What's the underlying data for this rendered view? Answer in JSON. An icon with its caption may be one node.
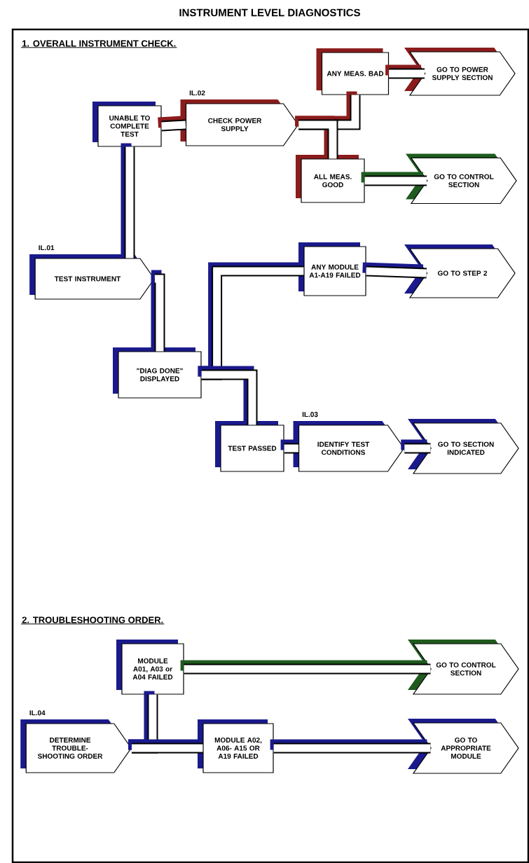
{
  "diagram": {
    "title": "INSTRUMENT LEVEL DIAGNOSTICS",
    "nodes": [
      {
        "text": [
          "TEST INSTRUMENT"
        ],
        "beside": [
          "IL.01"
        ]
      },
      {
        "text": [
          "UNABLE TO COMPLETE TEST"
        ]
      },
      {
        "text": [
          "CHECK POWER SUPPLY"
        ],
        "beside": [
          "IL.02"
        ]
      },
      {
        "text": [
          "ANY MEAS. BAD"
        ]
      },
      {
        "text": [
          "GO TO POWER SUPPLY SECTION"
        ]
      },
      {
        "text": [
          "ALL MEAS. GOOD"
        ]
      },
      {
        "text": [
          "GO TO CONTROL SECTION"
        ]
      },
      {
        "text": [
          "\"DIAG DONE\" DISPLAYED"
        ]
      },
      {
        "text": [
          "ANY MODULE A1-A19 FAILED"
        ]
      },
      {
        "text": [
          "GO TO STEP 2"
        ]
      },
      {
        "text": [
          "TEST PASSED"
        ]
      },
      {
        "text": [
          "IDENTIFY TEST CONDITIONS"
        ],
        "beside": [
          "IL.03"
        ]
      },
      {
        "text": [
          "GO TO SECTION INDICATED"
        ]
      },
      {
        "text": [
          "DETERMINE TROUBLE- SHOOTING ORDER"
        ],
        "beside": [
          "IL.04"
        ]
      },
      {
        "text": [
          "MODULE A01, A03 or A04 FAILED"
        ]
      },
      {
        "text": [
          "GO TO CONTROL SECTION"
        ]
      },
      {
        "text": [
          "MODULE A02, A06- A15 OR A19 FAILED"
        ]
      },
      {
        "text": [
          "GO TO APPROPRIATE MODULE"
        ]
      }
    ],
    "edges": [
      {
        "from": 0,
        "to": 1,
        "arrow": "none"
      },
      {
        "from": 1,
        "to": 2,
        "arrow": "none",
        "color": "#8b1c1c"
      },
      {
        "from": 2,
        "to": 3,
        "arrow": "none",
        "color": "#8b1c1c"
      },
      {
        "from": 2,
        "to": 5,
        "arrow": "none",
        "color": "#8b1c1c"
      },
      {
        "from": 3,
        "to": 4,
        "arrow": "none",
        "color": "#8b1c1c"
      },
      {
        "from": 5,
        "to": 6,
        "arrow": "none",
        "color": "#1f5a1f"
      },
      {
        "from": 0,
        "to": 7,
        "arrow": "none"
      },
      {
        "from": 7,
        "to": 8,
        "arrow": "none"
      },
      {
        "from": 8,
        "to": 9,
        "arrow": "none"
      },
      {
        "from": 7,
        "to": 10,
        "arrow": "none"
      },
      {
        "from": 10,
        "to": 11,
        "arrow": "none"
      },
      {
        "from": 11,
        "to": 12,
        "arrow": "none"
      },
      {
        "from": 13,
        "to": 14,
        "arrow": "none"
      },
      {
        "from": 14,
        "to": 15,
        "arrow": "none",
        "color": "#1f5a1f"
      },
      {
        "from": 13,
        "to": 16,
        "arrow": "none"
      },
      {
        "from": 16,
        "to": 17,
        "arrow": "none"
      }
    ],
    "labels": [
      "1. OVERALL INSTRUMENT CHECK.",
      "2. TROUBLESHOOTING ORDER."
    ]
  }
}
